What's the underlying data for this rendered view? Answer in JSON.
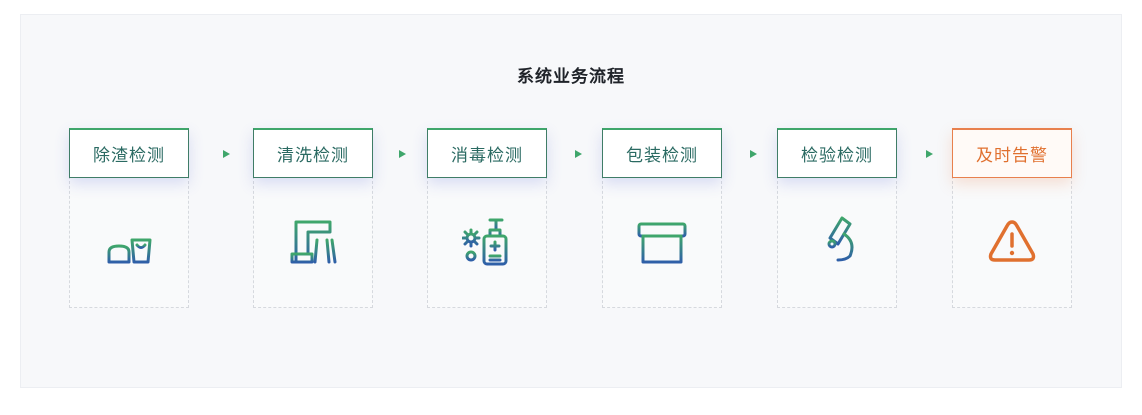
{
  "title": "系统业务流程",
  "steps": [
    {
      "label": "除渣检测",
      "icon": "broom-bucket-icon"
    },
    {
      "label": "清洗检测",
      "icon": "faucet-brush-icon"
    },
    {
      "label": "消毒检测",
      "icon": "sanitizer-bottle-icon"
    },
    {
      "label": "包装检测",
      "icon": "package-box-icon"
    },
    {
      "label": "检验检测",
      "icon": "microscope-icon"
    },
    {
      "label": "及时告警",
      "icon": "warning-triangle-icon"
    }
  ],
  "colors": {
    "green": "#3fa66b",
    "blue": "#2f5fa8",
    "alert": "#e0702f",
    "arrow_start": "#b9dcc6",
    "arrow_end": "#3fa66b"
  }
}
